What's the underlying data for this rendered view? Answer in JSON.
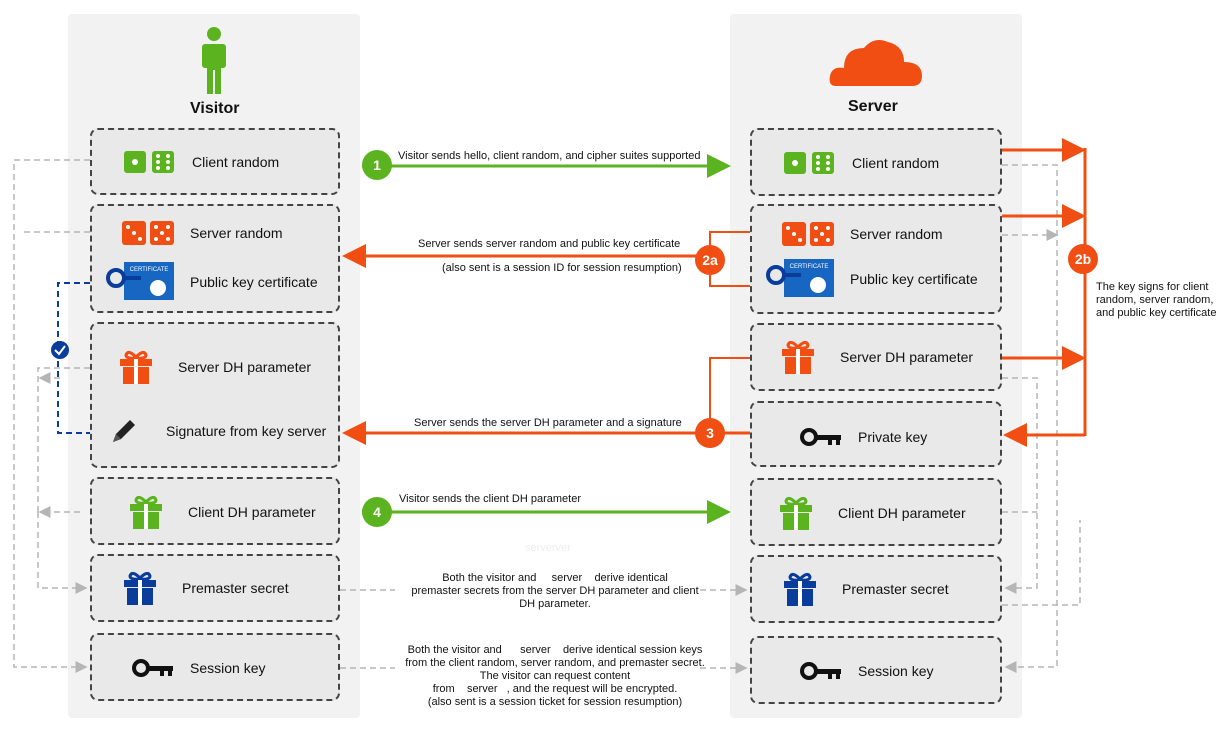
{
  "colors": {
    "green": "#5bb31f",
    "orange": "#f04e12",
    "blue": "#0a3c9c",
    "grey": "#b5b5b5"
  },
  "visitor": {
    "title": "Visitor",
    "icon": "person-icon",
    "items": {
      "client_random": "Client random",
      "server_random": "Server random",
      "public_key_certificate": "Public key certificate",
      "server_dh": "Server DH parameter",
      "signature": "Signature from key server",
      "client_dh": "Client DH parameter",
      "premaster": "Premaster secret",
      "session_key": "Session key"
    }
  },
  "server": {
    "title": "Server",
    "icon": "cloud-icon",
    "items": {
      "client_random": "Client random",
      "server_random": "Server random",
      "public_key_certificate": "Public key certificate",
      "server_dh": "Server DH parameter",
      "private_key": "Private key",
      "client_dh": "Client DH parameter",
      "premaster": "Premaster secret",
      "session_key": "Session key"
    }
  },
  "certificate_text": "CERTIFICATE",
  "steps": {
    "s1": {
      "badge": "1",
      "text": "Visitor sends hello, client random, and cipher suites supported"
    },
    "s2a": {
      "badge": "2a",
      "text": "Server sends server random and public key certificate",
      "subtext": "(also sent is a session ID for session resumption)"
    },
    "s2b": {
      "badge": "2b",
      "text": "The key signs for client random, server random, and public key certificate"
    },
    "s3": {
      "badge": "3",
      "text": "Server sends the server DH parameter and a signature"
    },
    "s4": {
      "badge": "4",
      "text": "Visitor sends the client DH parameter"
    }
  },
  "faint_text": "serverver",
  "premaster_note": {
    "a": "Both the visitor and",
    "b": "server",
    "c": "derive identical",
    "rest": "premaster secrets from the server DH parameter and client DH parameter."
  },
  "session_note": {
    "a": "Both the visitor and",
    "b": "server",
    "c": "derive identical",
    "d": "session keys from the client random, server random, and premaster secret. The visitor can request content",
    "e": "from",
    "f": "server",
    "g": ", and the request will be encrypted.",
    "h": "(also sent is a session ticket for session resumption)"
  }
}
